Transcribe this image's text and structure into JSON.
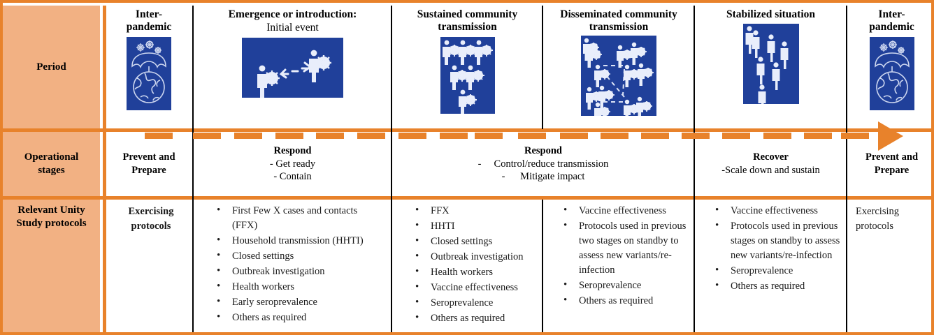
{
  "colors": {
    "orange": "#E8822B",
    "peach": "#F2B183",
    "blue": "#20409A",
    "text": "#000000"
  },
  "rows": {
    "period_label": "Period",
    "operational_label": "Operational\nstages",
    "protocols_label": "Relevant Unity\nStudy protocols"
  },
  "periods": [
    {
      "title": "Inter-\npandemic",
      "subtitle": "",
      "icon": "umbrella-globe-virus-icon"
    },
    {
      "title": "Emergence or introduction:",
      "subtitle": "Initial event",
      "icon": "two-people-transmission-arrow-icon"
    },
    {
      "title": "Sustained community\ntransmission",
      "subtitle": "",
      "icon": "six-infected-people-icon"
    },
    {
      "title": "Disseminated community\ntransmission",
      "subtitle": "",
      "icon": "network-infected-people-icon"
    },
    {
      "title": "Stabilized situation",
      "subtitle": "",
      "icon": "six-healthy-people-icon"
    },
    {
      "title": "Inter-\npandemic",
      "subtitle": "",
      "icon": "umbrella-globe-virus-icon"
    }
  ],
  "operational_stages": [
    {
      "head": "Prevent and\nPrepare",
      "lines": []
    },
    {
      "head": "Respond",
      "lines": [
        "- Get ready",
        "- Contain"
      ]
    },
    {
      "head": "Respond",
      "lines": [
        "-     Control/reduce transmission",
        "-      Mitigate impact"
      ]
    },
    {
      "head": "Recover",
      "lines": [
        "-Scale down and sustain"
      ]
    },
    {
      "head": "Prevent and\nPrepare",
      "lines": []
    }
  ],
  "protocols": [
    {
      "style": "plain",
      "text": "Exercising\nprotocols",
      "items": []
    },
    {
      "style": "bullets",
      "items": [
        "First Few X cases and contacts (FFX)",
        "Household transmission (HHTI)",
        "Closed settings",
        "Outbreak investigation",
        "Health workers",
        "Early seroprevalence",
        "Others as required"
      ]
    },
    {
      "style": "bullets",
      "items": [
        "FFX",
        "HHTI",
        "Closed settings",
        "Outbreak investigation",
        "Health workers",
        "Vaccine effectiveness",
        "Seroprevalence",
        "Others as required"
      ]
    },
    {
      "style": "bullets",
      "items": [
        "Vaccine effectiveness",
        "Protocols used in previous two stages on standby to assess new variants/re-infection",
        "Seroprevalence",
        "Others as required"
      ]
    },
    {
      "style": "bullets",
      "items": [
        "Vaccine effectiveness",
        "Protocols used in previous stages on standby to assess new variants/re-infection",
        "Seroprevalence",
        "Others as required"
      ]
    },
    {
      "style": "plain",
      "text": "Exercising\nprotocols",
      "items": []
    }
  ]
}
